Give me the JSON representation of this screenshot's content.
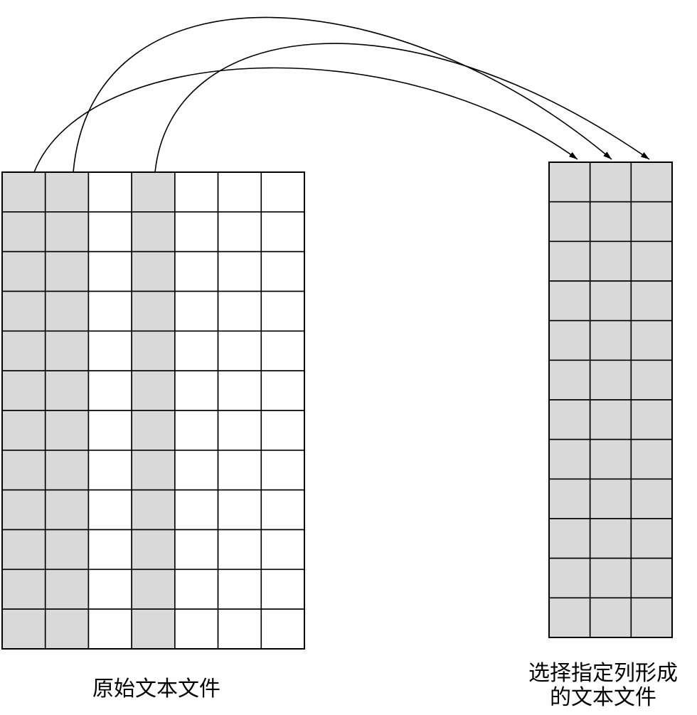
{
  "source_grid": {
    "label": "原始文本文件",
    "columns": 7,
    "rows": 12,
    "selected_columns": [
      0,
      1,
      3
    ],
    "fill_color": "#d9d9d9",
    "line_color": "#000000"
  },
  "target_grid": {
    "label_lines": [
      "选择指定列形成",
      "的文本文件"
    ],
    "columns": 3,
    "rows": 12,
    "fill_color": "#d9d9d9",
    "line_color": "#000000"
  },
  "arrows": [
    {
      "from_column": 0,
      "to_column": 0
    },
    {
      "from_column": 1,
      "to_column": 1
    },
    {
      "from_column": 3,
      "to_column": 2
    }
  ]
}
